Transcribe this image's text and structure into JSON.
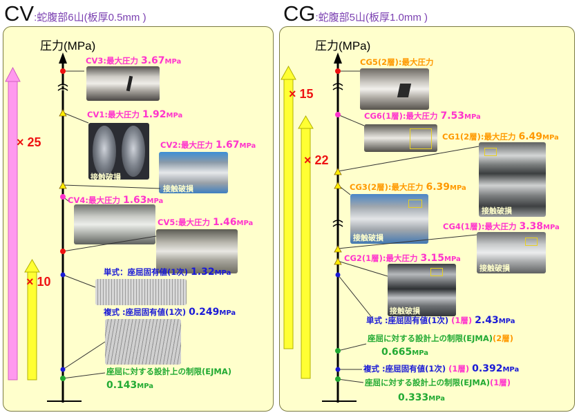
{
  "left": {
    "heading_big": "CV",
    "heading_small": ":蛇腹部6山(板厚0.5mm )",
    "axis_label": "圧力(MPa)",
    "factors": {
      "x25": "× 25",
      "x10": "× 10"
    },
    "labels": {
      "cv3": {
        "name": "CV3:最大圧力 ",
        "value": "3.67",
        "unit": "MPa"
      },
      "cv1": {
        "name": "CV1:最大圧力 ",
        "value": "1.92",
        "unit": "MPa"
      },
      "cv2": {
        "name": "CV2:最大圧力 ",
        "value": "1.67",
        "unit": "MPa"
      },
      "cv4": {
        "name": "CV4:最大圧力 ",
        "value": "1.63",
        "unit": "MPa"
      },
      "cv5": {
        "name": "CV5:最大圧力 ",
        "value": "1.46",
        "unit": "MPa"
      },
      "single": {
        "name": "単式：座屈固有値(1次) ",
        "value": "1.32",
        "unit": "MPa"
      },
      "double": {
        "name": "複式 :座屈固有値(1次) ",
        "value": "0.249",
        "unit": "MPa"
      },
      "ejma": {
        "name": "座屈に対する設計上の制限(EJMA)",
        "value": "0.143",
        "unit": "MPa"
      }
    },
    "damage": {
      "cv1": "接触破損",
      "cv2": "接触破損"
    }
  },
  "right": {
    "heading_big": "CG",
    "heading_small": ":蛇腹部5山(板厚1.0mm )",
    "axis_label": "圧力(MPa)",
    "factors": {
      "x15": "× 15",
      "x22": "× 22"
    },
    "labels": {
      "cg5": {
        "name": "CG5(2層):最大圧力"
      },
      "cg6": {
        "name": "CG6(1層):最大圧力 ",
        "value": "7.53",
        "unit": "MPa"
      },
      "cg1": {
        "name": "CG1(2層):最大圧力 ",
        "value": "6.49",
        "unit": "MPa"
      },
      "cg3": {
        "name": "CG3(2層):最大圧力 ",
        "value": "6.39",
        "unit": "MPa"
      },
      "cg4": {
        "name": "CG4(1層):最大圧力 ",
        "value": "3.38",
        "unit": "MPa"
      },
      "cg2": {
        "name": "CG2(1層):最大圧力 ",
        "value": "3.15",
        "unit": "MPa"
      },
      "single": {
        "name": "単式 :座屈固有値(1次) ",
        "layer": "(1層) ",
        "value": "2.43",
        "unit": "MPa"
      },
      "design2": {
        "name": "座屈に対する設計上の制限(EJMA)",
        "layer": "(2層)",
        "value": "0.665",
        "unit": "MPa"
      },
      "double": {
        "name": "複式 :座屈固有値(1次) ",
        "layer": "(1層) ",
        "value": "0.392",
        "unit": "MPa"
      },
      "ejma1": {
        "name": "座屈に対する設計上の制限(EJMA)",
        "layer": "(1層)",
        "value": "0.333",
        "unit": "MPa"
      }
    },
    "damage": {
      "cg1": "接触破損",
      "cg3": "接触破損",
      "cg4": "接触破損",
      "cg2": "接触破損"
    }
  },
  "colors": {
    "panel_bg": "#ffffcc",
    "magenta": "#ff33cc",
    "orange": "#ff9900",
    "blue": "#1a1ad6",
    "green": "#22aa33",
    "red": "#ee1111",
    "pink_arrow": "#ff99ee",
    "yellow_arrow": "#ffff33"
  }
}
